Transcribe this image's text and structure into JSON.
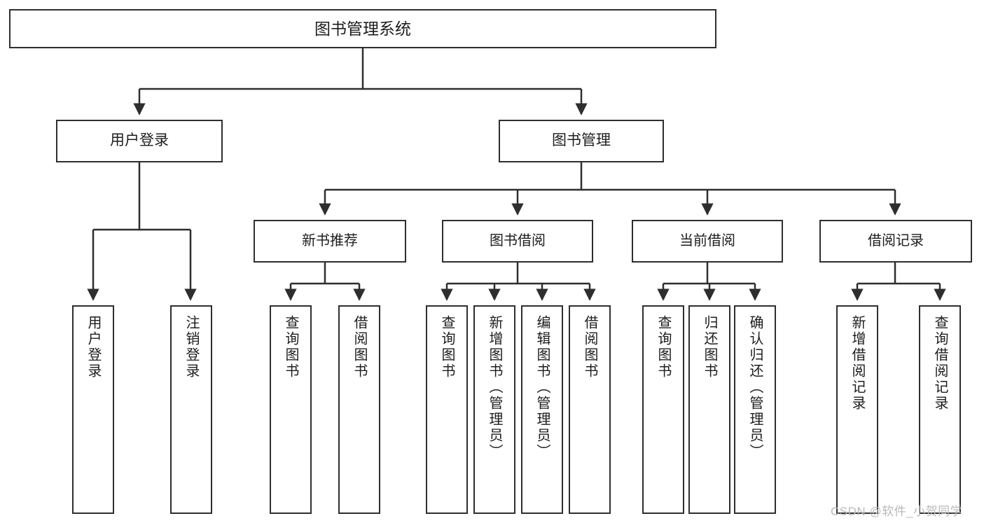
{
  "diagram": {
    "title": "图书管理系统",
    "type": "tree-hierarchy-diagram",
    "colors": {
      "stroke": "#2e2e2e",
      "fill": "#ffffff",
      "text": "#1d1d1d",
      "watermark": "#b9b9b9"
    },
    "root": {
      "label": "图书管理系统"
    },
    "level2": [
      {
        "label": "用户登录"
      },
      {
        "label": "图书管理"
      }
    ],
    "level3": [
      {
        "label": "新书推荐"
      },
      {
        "label": "图书借阅"
      },
      {
        "label": "当前借阅"
      },
      {
        "label": "借阅记录"
      }
    ],
    "leaves": {
      "user_login": [
        {
          "label": "用户登录"
        },
        {
          "label": "注销登录"
        }
      ],
      "new_book_recommend": [
        {
          "label": "查询图书"
        },
        {
          "label": "借阅图书"
        }
      ],
      "book_borrow": [
        {
          "label": "查询图书"
        },
        {
          "label": "新增图书（管理员）"
        },
        {
          "label": "编辑图书（管理员）"
        },
        {
          "label": "借阅图书"
        }
      ],
      "current_borrow": [
        {
          "label": "查询图书"
        },
        {
          "label": "归还图书"
        },
        {
          "label": "确认归还（管理员）"
        }
      ],
      "borrow_record": [
        {
          "label": "新增借阅记录"
        },
        {
          "label": "查询借阅记录"
        }
      ]
    }
  },
  "watermark": {
    "text": "CSDN @软件_小贺同学"
  }
}
